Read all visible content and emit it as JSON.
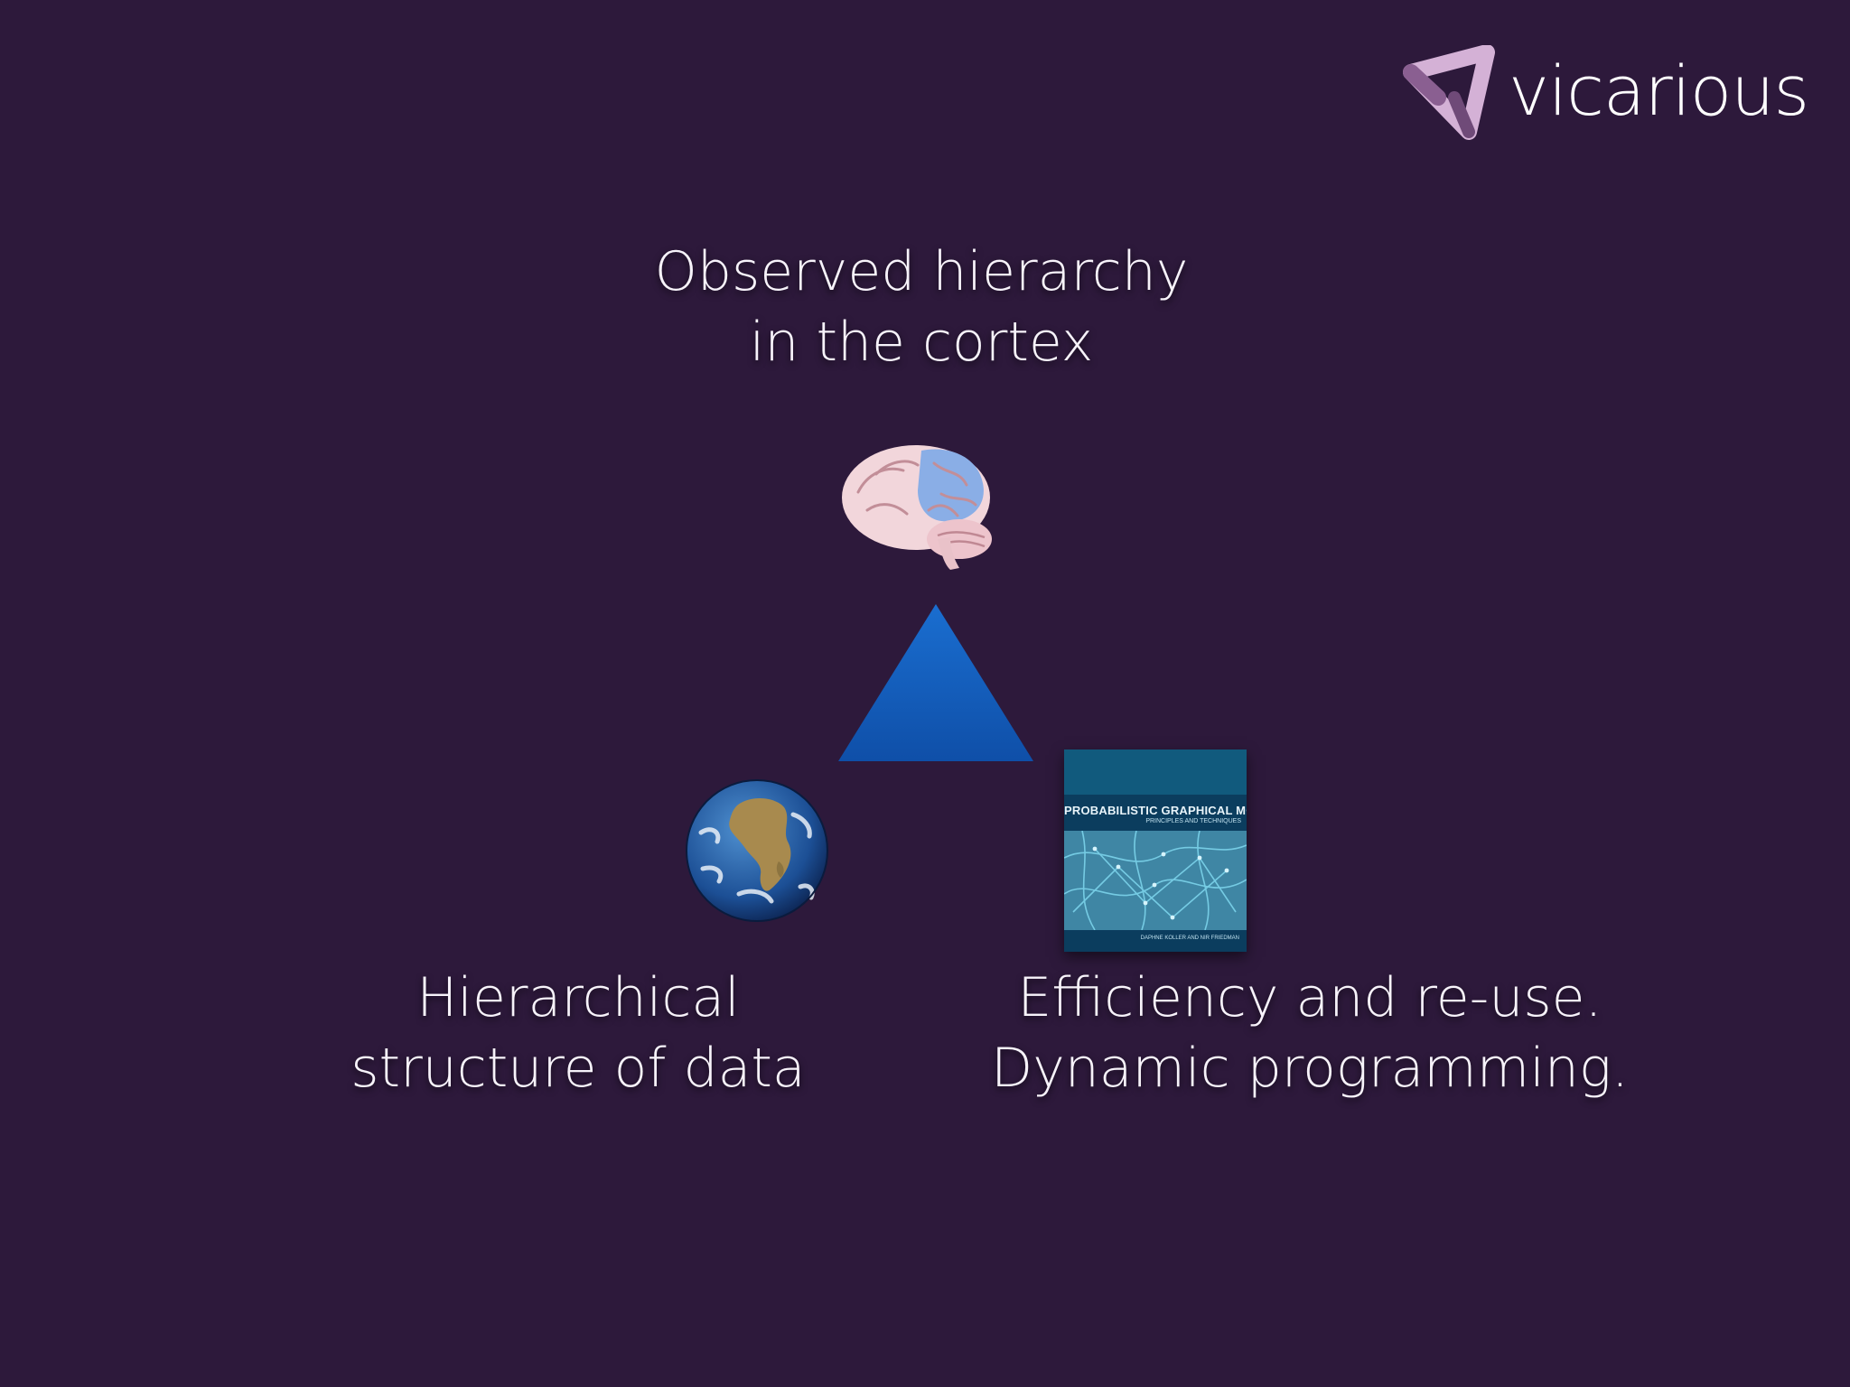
{
  "logo": {
    "name": "vicarious",
    "icon": "vicarious-triangle-logo-icon"
  },
  "captions": {
    "top": [
      "Observed hierarchy",
      "in the cortex"
    ],
    "left": [
      "Hierarchical",
      "structure of data"
    ],
    "right": [
      "Efficiency and re-use.",
      "Dynamic programming."
    ]
  },
  "illustrations": {
    "brain": "brain-icon",
    "triangle": "triangle-icon",
    "globe": "globe-icon",
    "book": {
      "icon": "book-cover-icon",
      "title": "PROBABILISTIC GRAPHICAL MODELS",
      "subtitle": "PRINCIPLES AND TECHNIQUES",
      "authors": "DAPHNE KOLLER AND NIR FRIEDMAN"
    }
  },
  "colors": {
    "background": "#2d193b",
    "triangle": "#1560c0",
    "logo_mark": "#c9a2cc",
    "text": "#f4f0f7"
  }
}
